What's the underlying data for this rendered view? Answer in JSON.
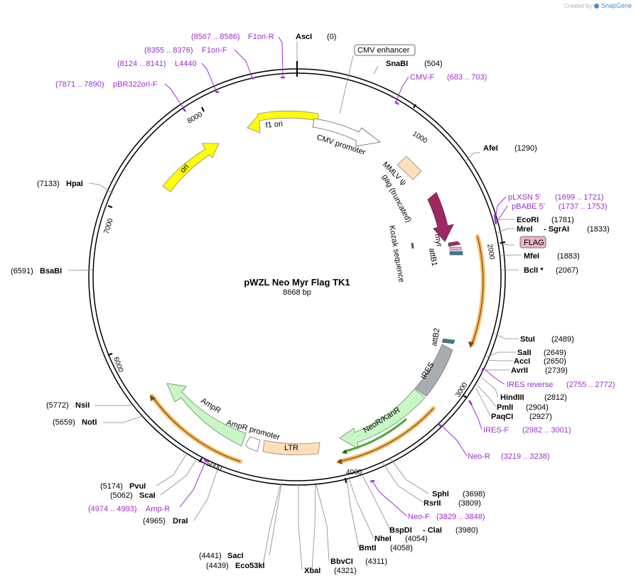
{
  "credit": {
    "created_by": "Created by",
    "brand": "SnapGene"
  },
  "title": "pWZL Neo Myr Flag TK1",
  "size_label": "8668 bp",
  "total_bp": 8668,
  "ticks": [
    "1000",
    "2000",
    "3000",
    "4000",
    "5000",
    "6000",
    "7000",
    "8000"
  ],
  "enzymes": [
    {
      "name": "AscI",
      "pos": "(0)"
    },
    {
      "name": "SnaBI",
      "pos": "(504)"
    },
    {
      "name": "AfeI",
      "pos": "(1290)"
    },
    {
      "name": "EcoRI",
      "pos": "(1781)"
    },
    {
      "name": "MreI",
      "pos": "- SgrAI",
      "pos2": "(1833)"
    },
    {
      "name": "MfeI",
      "pos": "(1883)"
    },
    {
      "name": "BclI *",
      "pos": "(2067)"
    },
    {
      "name": "StuI",
      "pos": "(2489)"
    },
    {
      "name": "SalI",
      "pos": "(2649)"
    },
    {
      "name": "AccI",
      "pos": "(2650)"
    },
    {
      "name": "AvrII",
      "pos": "(2739)"
    },
    {
      "name": "HindIII",
      "pos": "(2812)"
    },
    {
      "name": "PmlI",
      "pos": "(2904)"
    },
    {
      "name": "PaqCI",
      "pos": "(2927)"
    },
    {
      "name": "SphI",
      "pos": "(3698)"
    },
    {
      "name": "RsrII",
      "pos": "(3809)"
    },
    {
      "name": "BspDI",
      "pos": "- ClaI",
      "pos2": "(3980)"
    },
    {
      "name": "NheI",
      "pos": "(4054)"
    },
    {
      "name": "BmtI",
      "pos": "(4058)"
    },
    {
      "name": "BbvCI",
      "pos": "(4311)"
    },
    {
      "name": "XbaI",
      "pos": "(4321)"
    },
    {
      "name": "SacI",
      "pos": "(4441)"
    },
    {
      "name": "Eco53kI",
      "pos": "(4439)"
    },
    {
      "name": "DraI",
      "pos": "(4965)"
    },
    {
      "name": "ScaI",
      "pos": "(5062)"
    },
    {
      "name": "PvuI",
      "pos": "(5174)"
    },
    {
      "name": "NotI",
      "pos": "(5659)"
    },
    {
      "name": "NsiI",
      "pos": "(5772)"
    },
    {
      "name": "BsaBI",
      "pos": "(6591)"
    },
    {
      "name": "HpaI",
      "pos": "(7133)"
    }
  ],
  "primers": [
    {
      "name": "F1ori-R",
      "range": "(8567 .. 8586)"
    },
    {
      "name": "F1ori-F",
      "range": "(8355 .. 8376)"
    },
    {
      "name": "L4440",
      "range": "(8124 .. 8141)"
    },
    {
      "name": "pBR322ori-F",
      "range": "(7871 .. 7890)"
    },
    {
      "name": "CMV-F",
      "range": "(683 .. 703)"
    },
    {
      "name": "pLXSN 5'",
      "range": "(1699 .. 1721)"
    },
    {
      "name": "pBABE 5'",
      "range": "(1737 .. 1753)"
    },
    {
      "name": "IRES reverse",
      "range": "(2755 .. 2772)"
    },
    {
      "name": "IRES-F",
      "range": "(2982 .. 3001)"
    },
    {
      "name": "Neo-R",
      "range": "(3219 .. 3238)"
    },
    {
      "name": "Neo-F",
      "range": "(3829 .. 3848)"
    },
    {
      "name": "Amp-R",
      "range": "(4974 .. 4993)"
    }
  ],
  "features": {
    "cmv_enhancer": "CMV enhancer",
    "cmv_promoter": "CMV promoter",
    "mmlv": "MMLV ψ",
    "gag": "gag (truncated)",
    "kozak": "Kozak sequence",
    "myr": "myr",
    "attb1": "attB1",
    "flag": "FLAG",
    "attb2": "attB2",
    "ires": "IRES",
    "neo": "NeoR/KanR",
    "ltr": "LTR",
    "ampr": "AmpR",
    "ampr_promoter": "AmpR promoter",
    "ori": "ori",
    "f1ori": "f1 ori"
  },
  "colors": {
    "primer": "#9b30d0",
    "f1ori": "#ffff00",
    "ori": "#ffff00",
    "ampr": "#c8f7c5",
    "neo": "#c8f7c5",
    "ires": "#a8adb1",
    "ltr": "#ffdfba",
    "gag": "#9c2a62",
    "flag": "#e6b4c8",
    "orf": "#f4a328"
  }
}
